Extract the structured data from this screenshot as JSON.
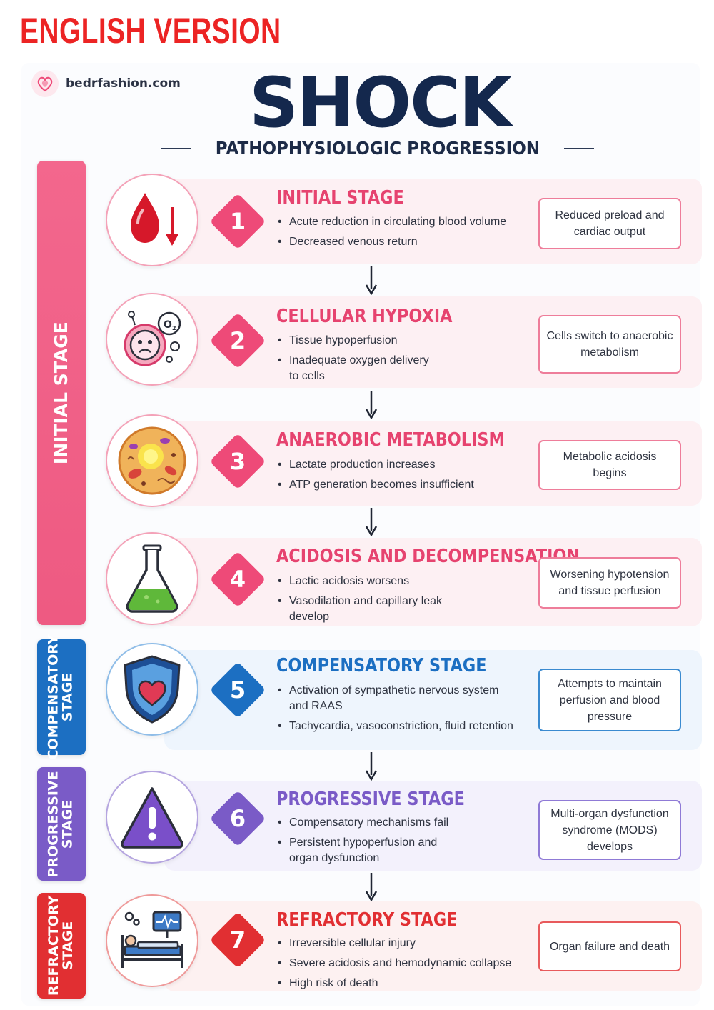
{
  "header": {
    "language_tag": "ENGLISH VERSION",
    "brand": "bedrfashion.com",
    "title": "SHOCK",
    "subtitle": "PATHOPHYSIOLOGIC PROGRESSION"
  },
  "phases": [
    {
      "label": "INITIAL STAGE",
      "color": "#f0628a"
    },
    {
      "label_line1": "COMPENSATORY",
      "label_line2": "STAGE",
      "color": "#1c6fc2"
    },
    {
      "label_line1": "PROGRESSIVE",
      "label_line2": "STAGE",
      "color": "#7a5bc7"
    },
    {
      "label_line1": "REFRACTORY",
      "label_line2": "STAGE",
      "color": "#e12f32"
    }
  ],
  "stages": [
    {
      "number": "1",
      "title": "INITIAL STAGE",
      "icon": "blood-drop-down-arrow-icon",
      "color": "#ee4a78",
      "bullets": [
        "Acute reduction in circulating blood volume",
        "Decreased venous return"
      ],
      "result": "Reduced preload and cardiac output"
    },
    {
      "number": "2",
      "title": "CELLULAR HYPOXIA",
      "icon": "hypoxic-cell-o2-icon",
      "color": "#ee4a78",
      "bullets": [
        "Tissue hypoperfusion",
        "Inadequate oxygen delivery to cells"
      ],
      "result": "Cells switch to anaerobic metabolism"
    },
    {
      "number": "3",
      "title": "ANAEROBIC METABOLISM",
      "icon": "cell-organelles-icon",
      "color": "#ee4a78",
      "bullets": [
        "Lactate production increases",
        "ATP generation becomes insufficient"
      ],
      "result": "Metabolic acidosis begins"
    },
    {
      "number": "4",
      "title": "ACIDOSIS AND DECOMPENSATION",
      "icon": "flask-icon",
      "color": "#ee4a78",
      "bullets": [
        "Lactic acidosis worsens",
        "Vasodilation and capillary leak develop"
      ],
      "result": "Worsening hypotension and tissue perfusion"
    },
    {
      "number": "5",
      "title": "COMPENSATORY STAGE",
      "icon": "heart-shield-icon",
      "color": "#1c6fc2",
      "bullets": [
        "Activation of sympathetic nervous system and RAAS",
        "Tachycardia, vasoconstriction, fluid retention"
      ],
      "result": "Attempts to maintain perfusion and blood pressure"
    },
    {
      "number": "6",
      "title": "PROGRESSIVE STAGE",
      "icon": "warning-triangle-icon",
      "color": "#7a5bc7",
      "bullets": [
        "Compensatory mechanisms fail",
        "Persistent hypoperfusion and organ dysfunction"
      ],
      "result": "Multi-organ dysfunction syndrome (MODS) develops"
    },
    {
      "number": "7",
      "title": "REFRACTORY STAGE",
      "icon": "hospital-bed-monitor-icon",
      "color": "#e12f32",
      "bullets": [
        "Irreversible cellular injury",
        "Severe acidosis and hemodynamic collapse",
        "High risk of death"
      ],
      "result": "Organ failure and death"
    }
  ]
}
